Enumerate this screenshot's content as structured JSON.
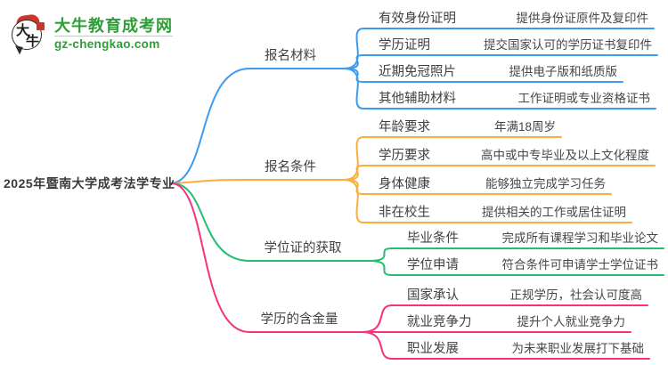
{
  "logo": {
    "title": "大牛教育成考网",
    "domain": "gz-chengkao.com",
    "icon_char_1": "大",
    "icon_char_2": "牛"
  },
  "root": {
    "label": "2025年暨南大学成考法学专业"
  },
  "colors": {
    "blue": "#3e9bf0",
    "orange": "#fbae3c",
    "green": "#25be6e",
    "pink": "#f7317f",
    "logo_green": "#2e9e36",
    "seal_red": "#cf342b"
  },
  "branches": [
    {
      "label": "报名材料",
      "color": "blue",
      "children": [
        {
          "label": "有效身份证明",
          "desc": "提供身份证原件及复印件"
        },
        {
          "label": "学历证明",
          "desc": "提交国家认可的学历证书复印件"
        },
        {
          "label": "近期免冠照片",
          "desc": "提供电子版和纸质版"
        },
        {
          "label": "其他辅助材料",
          "desc": "工作证明或专业资格证书"
        }
      ]
    },
    {
      "label": "报名条件",
      "color": "orange",
      "children": [
        {
          "label": "年龄要求",
          "desc": "年满18周岁"
        },
        {
          "label": "学历要求",
          "desc": "高中或中专毕业及以上文化程度"
        },
        {
          "label": "身体健康",
          "desc": "能够独立完成学习任务"
        },
        {
          "label": "非在校生",
          "desc": "提供相关的工作或居住证明"
        }
      ]
    },
    {
      "label": "学位证的获取",
      "color": "green",
      "children": [
        {
          "label": "毕业条件",
          "desc": "完成所有课程学习和毕业论文"
        },
        {
          "label": "学位申请",
          "desc": "符合条件可申请学士学位证书"
        }
      ]
    },
    {
      "label": "学历的含金量",
      "color": "pink",
      "children": [
        {
          "label": "国家承认",
          "desc": "正规学历，社会认可度高"
        },
        {
          "label": "就业竞争力",
          "desc": "提升个人就业竞争力"
        },
        {
          "label": "职业发展",
          "desc": "为未来职业发展打下基础"
        }
      ]
    }
  ]
}
